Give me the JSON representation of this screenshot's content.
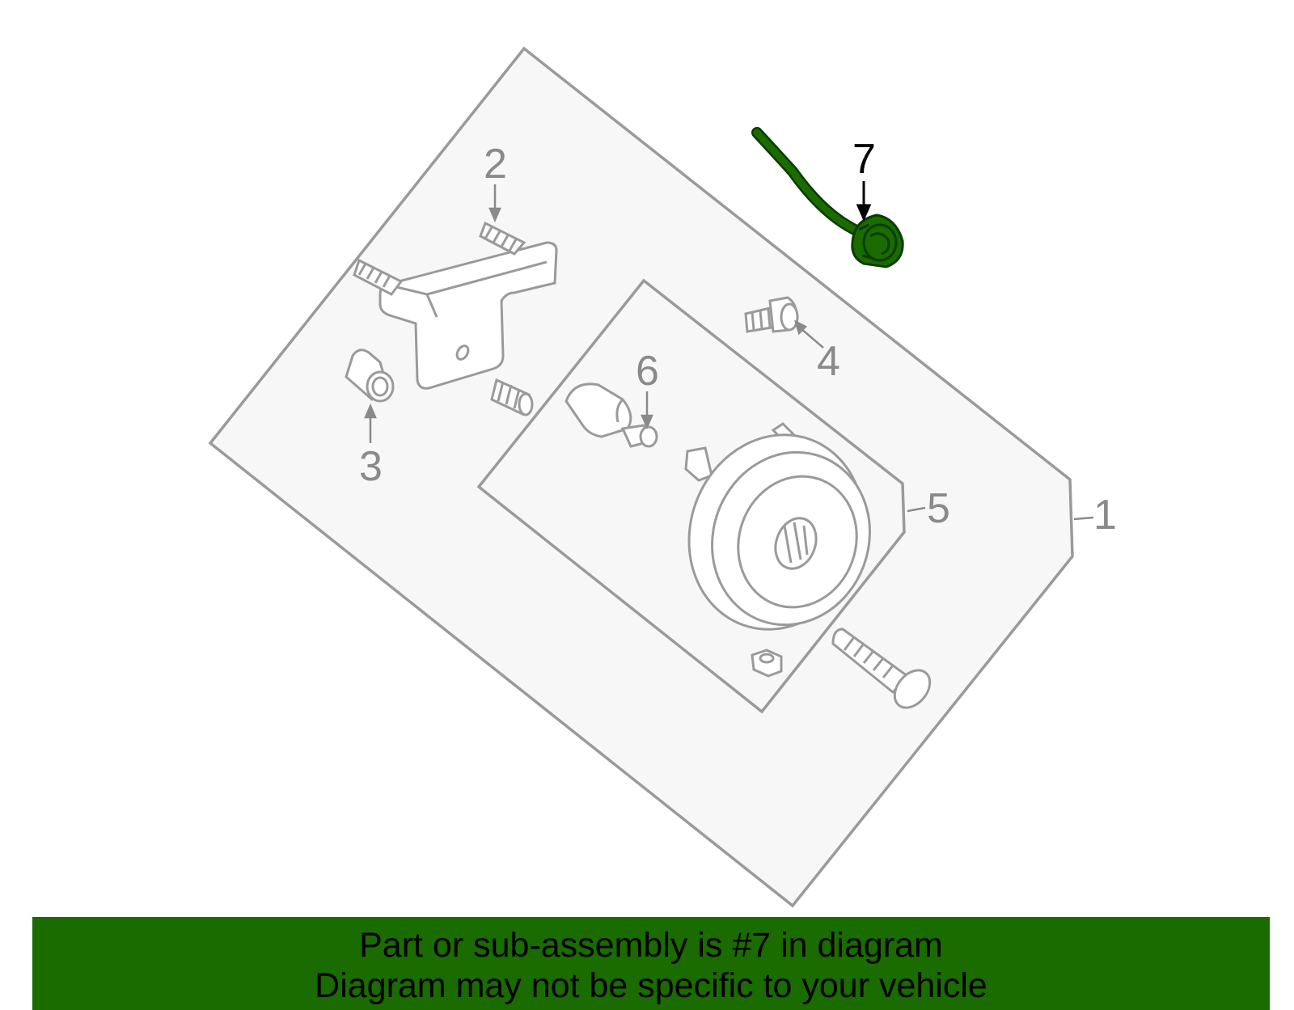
{
  "colors": {
    "panel_fill": "#f7f7f7",
    "outline": "#9a9a9a",
    "highlight": "#1a6b00",
    "highlight_dark": "#0b3d00",
    "banner": "#1a6b00"
  },
  "callouts": [
    {
      "id": "1",
      "label": "1",
      "highlighted": false
    },
    {
      "id": "2",
      "label": "2",
      "highlighted": false
    },
    {
      "id": "3",
      "label": "3",
      "highlighted": false
    },
    {
      "id": "4",
      "label": "4",
      "highlighted": false
    },
    {
      "id": "5",
      "label": "5",
      "highlighted": false
    },
    {
      "id": "6",
      "label": "6",
      "highlighted": false
    },
    {
      "id": "7",
      "label": "7",
      "highlighted": true
    }
  ],
  "banner": {
    "line1": "Part or sub-assembly is #7 in diagram",
    "line2": "Diagram may not be specific to your vehicle"
  }
}
